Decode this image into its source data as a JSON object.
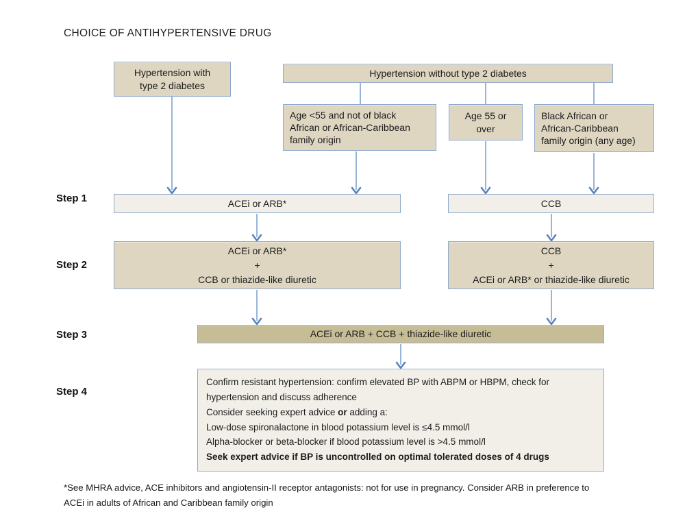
{
  "title": "CHOICE OF ANTIHYPERTENSIVE DRUG",
  "colors": {
    "tan": "#ded6c1",
    "light": "#f1efe8",
    "dark": "#c6bd96",
    "border": "#8fa9cc",
    "arrow": "#709ac8",
    "arrow_shaft": "#7da1d2",
    "arrow_head": "#5b84bd"
  },
  "nodes": {
    "with_diabetes": "Hypertension with\ntype 2 diabetes",
    "without_diabetes": "Hypertension without type 2 diabetes",
    "age_under_55": "Age <55 and not of black\nAfrican or African-Caribbean\nfamily origin",
    "age_55_over": "Age 55 or\nover",
    "black_african": "Black African or\nAfrican-Caribbean\nfamily origin (any age)",
    "step1_left": "ACEi or ARB*",
    "step1_right": "CCB",
    "step2_left": "ACEi or ARB*\n+\nCCB or thiazide-like diuretic",
    "step2_right": "CCB\n+\nACEi or ARB* or thiazide-like diuretic",
    "step3": "ACEi or ARB + CCB + thiazide-like diuretic"
  },
  "step4": {
    "line1": "Confirm resistant hypertension: confirm elevated BP with ABPM or HBPM, check for\nhypertension and discuss adherence",
    "line2_pre": "Consider seeking expert advice ",
    "line2_bold": "or",
    "line2_post": " adding a:",
    "line3": "Low-dose spironalactone in blood potassium level is ≤4.5 mmol/l",
    "line4": "Alpha-blocker or beta-blocker if blood potassium level is >4.5 mmol/l",
    "line5_bold": "Seek expert advice if BP is uncontrolled on optimal tolerated doses of 4 drugs"
  },
  "step_labels": [
    "Step 1",
    "Step 2",
    "Step 3",
    "Step 4"
  ],
  "footnote": "*See MHRA advice, ACE inhibitors and angiotensin-II receptor antagonists: not for use in pregnancy. Consider ARB in preference to\nACEi in adults of African and Caribbean family origin"
}
